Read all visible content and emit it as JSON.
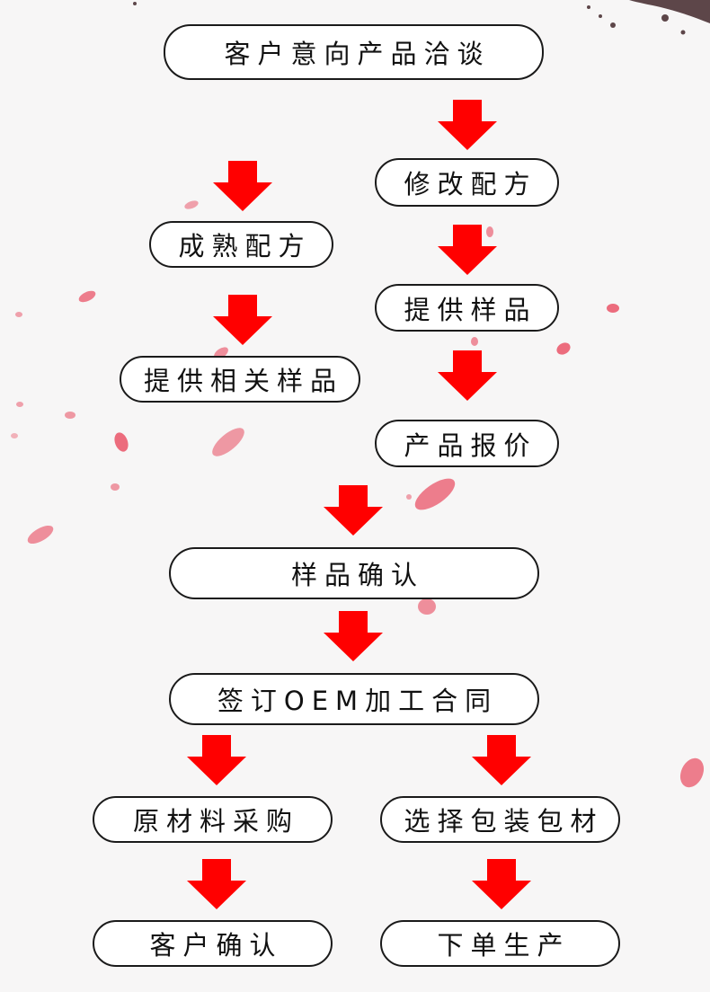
{
  "flowchart": {
    "steps": {
      "s1": "客户意向产品洽谈",
      "s2": "修改配方",
      "s3": "成熟配方",
      "s4": "提供样品",
      "s5": "提供相关样品",
      "s6": "产品报价",
      "s7": "样品确认",
      "s8": "签订OEM加工合同",
      "s9": "原材料采购",
      "s10": "选择包装包材",
      "s11": "客户确认",
      "s12": "下单生产"
    }
  },
  "colors": {
    "arrow": "#ff0000",
    "border": "#1a1a1a",
    "petal": "#e84a5f"
  }
}
